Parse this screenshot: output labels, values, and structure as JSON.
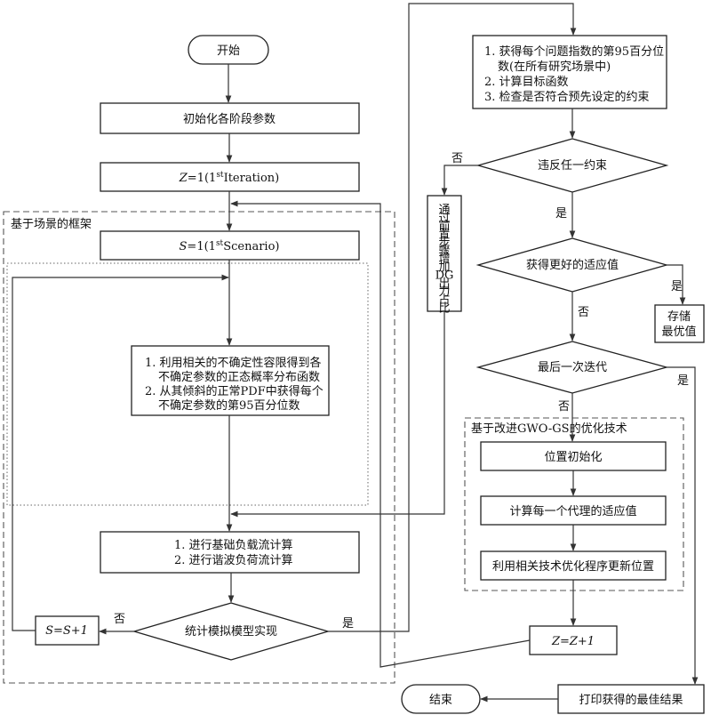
{
  "left": {
    "start": "开始",
    "init_params": "初始化各阶段参数",
    "iteration_prefix": "Z",
    "iteration_eq": "=1(1",
    "iteration_sup": "st",
    "iteration_tail": "Iteration)",
    "scenario_frame_label": "基于场景的框架",
    "scenario_prefix": "S",
    "scenario_eq": "=1(1",
    "scenario_sup": "st",
    "scenario_tail": "Scenario)",
    "uncertainty_lines": [
      "1. 利用相关的不确定性容限得到各",
      "不确定参数的正态概率分布函数",
      "2. 从其倾斜的正常PDF中获得每个",
      "不确定参数的第95百分位数"
    ],
    "flow_lines": [
      "1. 进行基础负载流计算",
      "2. 进行谐波负荷流计算"
    ],
    "stat_decision": "统计模拟模型实现",
    "s_increment": "S=S+1",
    "no": "否",
    "yes": "是"
  },
  "right": {
    "eval_lines": [
      "1. 获得每个问题指数的第95百分位",
      "数(在所有研究场景中)",
      "2. 计算目标函数",
      "3. 检查是否符合预先设定的约束"
    ],
    "violate_decision": "违反任一约束",
    "dg_chars": [
      "通",
      "过",
      "前",
      "置",
      "步",
      "骤",
      "增",
      "加",
      "DG",
      "出",
      "力",
      "占",
      "比"
    ],
    "fitness_decision": "获得更好的适应值",
    "store_best": [
      "存储",
      "最优值"
    ],
    "last_iter_decision": "最后一次迭代",
    "gwo_frame_label": "基于改进GWO-GS的优化技术",
    "pos_init": "位置初始化",
    "calc_fitness": "计算每一个代理的适应值",
    "update_pos": "利用相关技术优化程序更新位置",
    "z_increment": "Z=Z+1",
    "print_result": "打印获得的最佳结果",
    "end": "结束",
    "no": "否",
    "yes": "是"
  },
  "colors": {
    "line": "#333333",
    "box_border": "#222222",
    "frame": "#555555"
  }
}
